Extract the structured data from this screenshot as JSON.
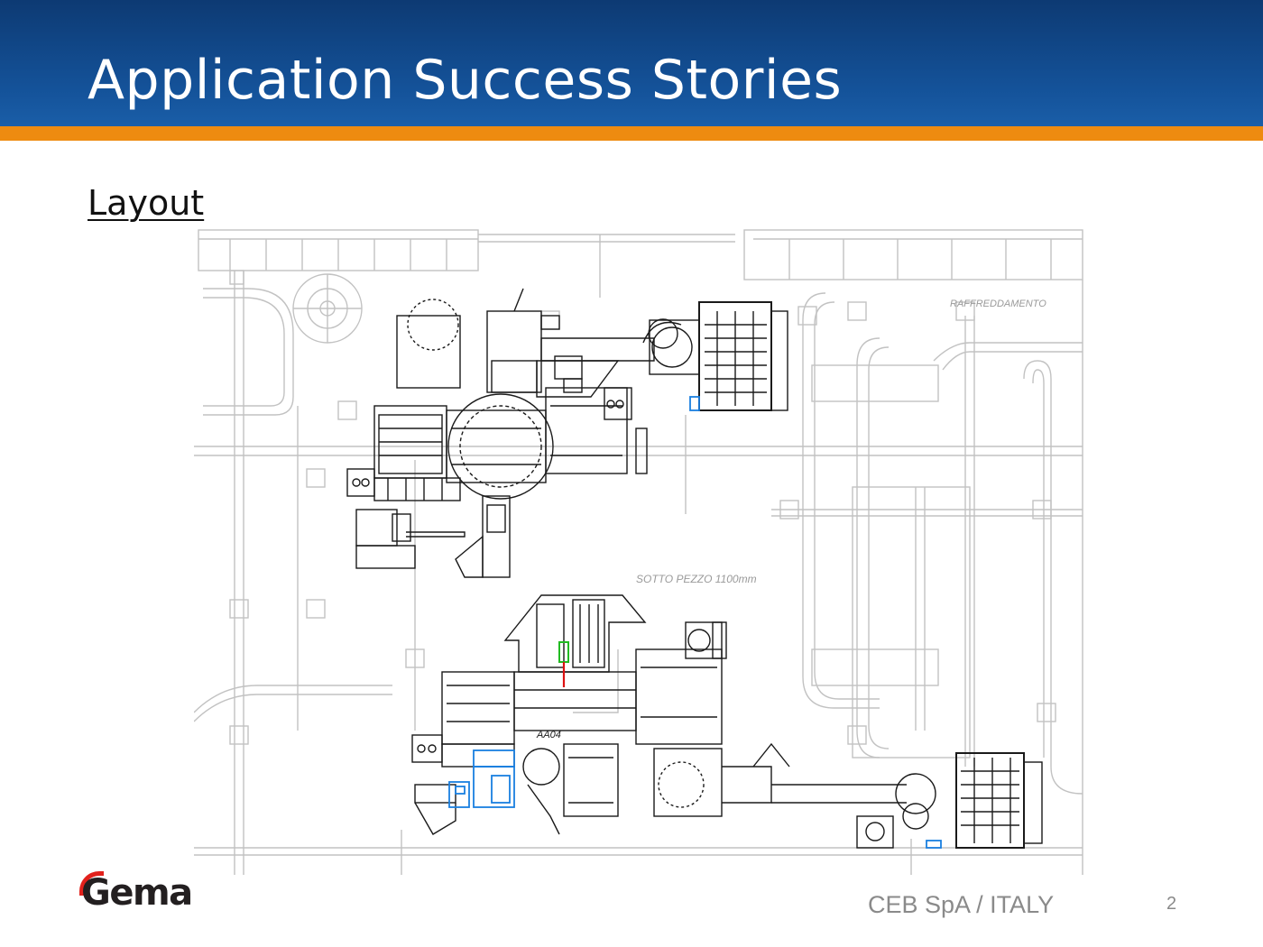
{
  "slide": {
    "title": "Application Success Stories",
    "subtitle": "Layout",
    "page_number": "2"
  },
  "drawing": {
    "labels": {
      "cooling": "RAFFREDDAMENTO",
      "under_part": "SOTTO PEZZO 1100mm",
      "station": "AA04"
    }
  },
  "footer": {
    "company": "CEB SpA / ITALY",
    "logo_text": "Gema"
  },
  "colors": {
    "header_blue": "#0d3a73",
    "accent_orange": "#ee8b10",
    "logo_red": "#e2211c",
    "highlight_blue": "#1a7fe0",
    "highlight_green": "#22bb22",
    "highlight_red": "#dd1111"
  }
}
